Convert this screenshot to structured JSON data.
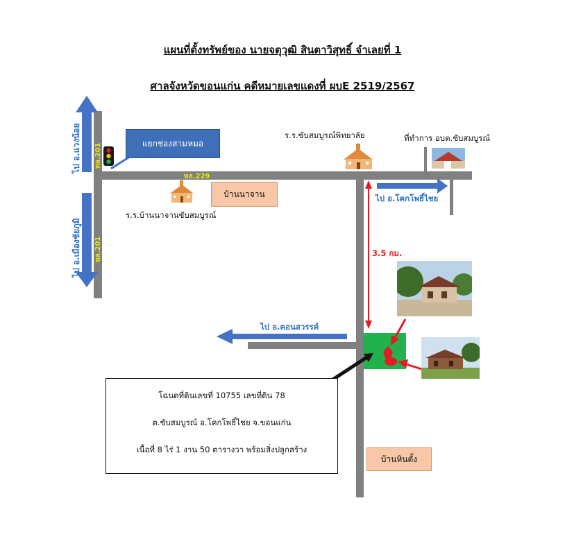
{
  "title_line1": "แผนที่ตั้งทรัพย์ของ นายจตุวุฒิ สินตาวิสุทธิ์ จำเลยที่ 1",
  "title_line2": "ศาลจังหวัดขอนแก่น คดีหมายเลขแดงที่ ผบE 2519/2567",
  "labels": {
    "to_waeng_noi": "ไป อ.แวงน้อย",
    "to_mueang_chaiyaphum": "ไป อ.เมืองชัยภูมิ",
    "road_201_top": "ทล.201",
    "road_201_bottom": "ทล.201",
    "road_229": "ทล.229",
    "junction": "แยกช่องสามหมอ",
    "school_1": "ร.ร.ซับสมบูรณ์พิทยาลัย",
    "office": "ที่ทำการ อบต.ซับสมบูรณ์",
    "school_2": "ร.ร.บ้านนาจานซับสมบูรณ์",
    "village_na_chan": "บ้านนาจาน",
    "to_khok_pho_chai": "ไป อ.โคกโพธิ์ไชย",
    "distance": "3.5 กม.",
    "to_khon_sawan": "ไป อ.คอนสวรรค์",
    "village_hin_tang": "บ้านหินตั้ง"
  },
  "deed": {
    "line1": "โฉนดที่ดินเลขที่ 10755 เลขที่ดิน 78",
    "line2": "ต.ซับสมบูรณ์ อ.โคกโพธิ์ไชย จ.ขอนแก่น",
    "line3": "เนื้อที่  8 ไร่ 1 งาน 50  ตารางวา พร้อมสิ่งปลูกสร้าง"
  },
  "colors": {
    "road": "#808080",
    "arrow_blue": "#4472c4",
    "parcel_green": "#22b14c",
    "marker_red": "#e31b23",
    "distance_red": "#e31b23",
    "road_tag_yellow": "#e8e800",
    "village_box": "#f8c7a8",
    "junction_box": "#3f6fb8"
  },
  "icons": [
    "traffic-light-icon",
    "school-icon",
    "office-building-icon",
    "house-marker-icon"
  ]
}
